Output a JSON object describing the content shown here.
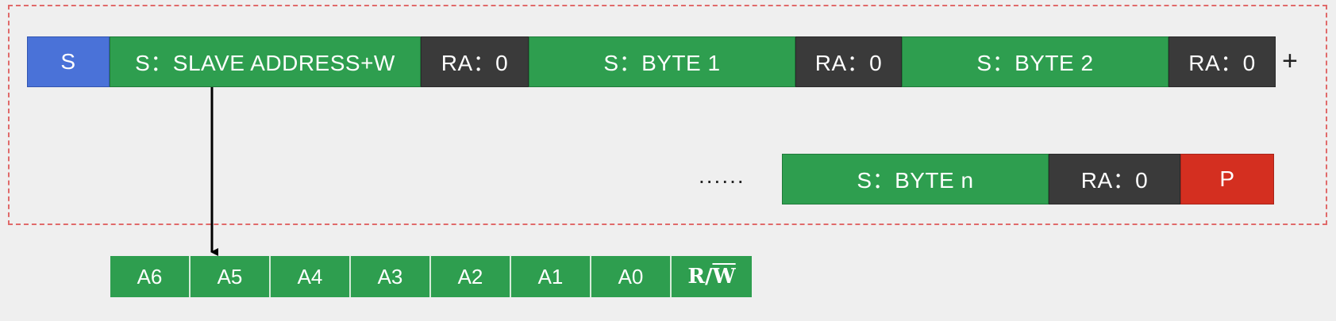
{
  "sequence": {
    "start": "S",
    "slave_address": "S：SLAVE ADDRESS+W",
    "ack1": "RA：0",
    "byte1": "S：BYTE 1",
    "ack2": "RA：0",
    "byte2": "S：BYTE 2",
    "ack3": "RA：0",
    "continuation": "+",
    "ellipsis": "......",
    "byte_n": "S：BYTE n",
    "ack_n": "RA：0",
    "stop": "P"
  },
  "address_bits": {
    "a6": "A6",
    "a5": "A5",
    "a4": "A4",
    "a3": "A3",
    "a2": "A2",
    "a1": "A1",
    "a0": "A0",
    "rw_prefix": "R/",
    "rw_bar": "W"
  },
  "colors": {
    "start": "#4a72d8",
    "send": "#2e9e4f",
    "ack": "#3a3a3a",
    "stop": "#d42f20",
    "frame_border": "#e06a6a"
  }
}
